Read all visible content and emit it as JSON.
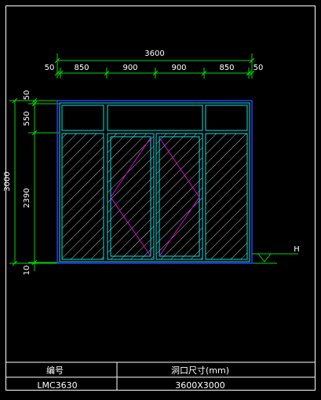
{
  "drawing": {
    "colors": {
      "background": "#000000",
      "border": "#ffffff",
      "frame": "#00e5e5",
      "outline": "#2a3cff",
      "dimension": "#00dd00",
      "text": "#ffffff",
      "swing": "#e000e0",
      "hatch": "#d8d8d8"
    },
    "dimensions": {
      "overall_width": "3600",
      "top_segments": [
        "50",
        "850",
        "900",
        "900",
        "850",
        "50"
      ],
      "overall_height": "3000",
      "left_segments": [
        "50",
        "550",
        "2390",
        "10"
      ]
    },
    "level_mark": "H",
    "title_block": {
      "headers": [
        "编号",
        "洞口尺寸(mm)"
      ],
      "values": [
        "LMC3630",
        "3600X3000"
      ]
    }
  }
}
